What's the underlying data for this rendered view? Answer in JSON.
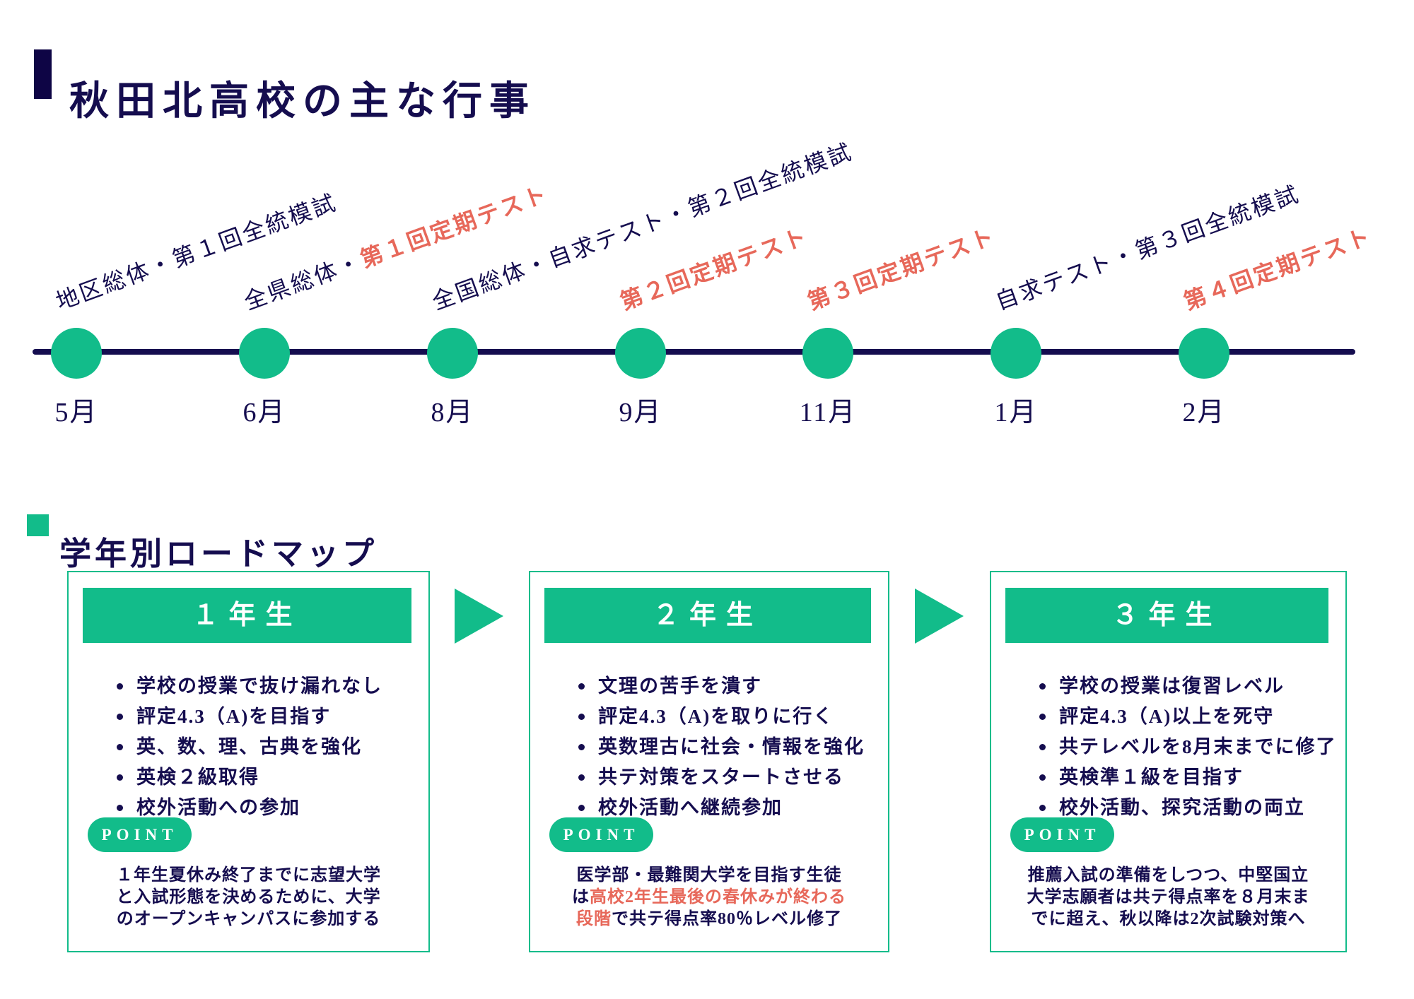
{
  "page": {
    "title": "秋田北高校の主な行事"
  },
  "colors": {
    "navy": "#150D4F",
    "green": "#12BC8A",
    "red": "#E7685A",
    "white": "#FFFFFF"
  },
  "timeline": {
    "items": [
      {
        "month": "5月",
        "label_navy": "地区総体・第１回全統模試",
        "label_red": ""
      },
      {
        "month": "6月",
        "label_navy": "全県総体・",
        "label_red": "第１回定期テスト"
      },
      {
        "month": "8月",
        "label_navy": "全国総体・自求テスト・第２回全統模試",
        "label_red": ""
      },
      {
        "month": "9月",
        "label_navy": "",
        "label_red": "第２回定期テスト"
      },
      {
        "month": "11月",
        "label_navy": "",
        "label_red": "第３回定期テスト"
      },
      {
        "month": "1月",
        "label_navy": "自求テスト・第３回全統模試",
        "label_red": ""
      },
      {
        "month": "2月",
        "label_navy": "",
        "label_red": "第４回定期テスト"
      }
    ]
  },
  "roadmap": {
    "heading": "学年別ロードマップ",
    "point_label": "POINT",
    "cards": [
      {
        "title": "１年生",
        "bullets": [
          "学校の授業で抜け漏れなし",
          "評定4.3（A)を目指す",
          "英、数、理、古典を強化",
          "英検２級取得",
          "校外活動への参加"
        ],
        "point_lines": [
          [
            {
              "text": "１年生夏休み終了までに志望大学",
              "color": "navy"
            }
          ],
          [
            {
              "text": "と入試形態を決めるために、大学",
              "color": "navy"
            }
          ],
          [
            {
              "text": "のオープンキャンパスに参加する",
              "color": "navy"
            }
          ]
        ]
      },
      {
        "title": "２年生",
        "bullets": [
          "文理の苦手を潰す",
          "評定4.3（A)を取りに行く",
          "英数理古に社会・情報を強化",
          "共テ対策をスタートさせる",
          "校外活動へ継続参加"
        ],
        "point_lines": [
          [
            {
              "text": "医学部・最難関大学を目指す生徒",
              "color": "navy"
            }
          ],
          [
            {
              "text": "は",
              "color": "navy"
            },
            {
              "text": "高校2年生最後の春休みが終わる",
              "color": "red"
            }
          ],
          [
            {
              "text": "段階",
              "color": "red"
            },
            {
              "text": "で共テ得点率80％レベル修了",
              "color": "navy"
            }
          ]
        ]
      },
      {
        "title": "３年生",
        "bullets": [
          "学校の授業は復習レベル",
          "評定4.3（A)以上を死守",
          "共テレベルを8月末までに修了",
          "英検準１級を目指す",
          "校外活動、探究活動の両立"
        ],
        "point_lines": [
          [
            {
              "text": "推薦入試の準備をしつつ、中堅国立",
              "color": "navy"
            }
          ],
          [
            {
              "text": "大学志願者は共テ得点率を８月末ま",
              "color": "navy"
            }
          ],
          [
            {
              "text": "でに超え、秋以降は2次試験対策へ",
              "color": "navy"
            }
          ]
        ]
      }
    ]
  }
}
